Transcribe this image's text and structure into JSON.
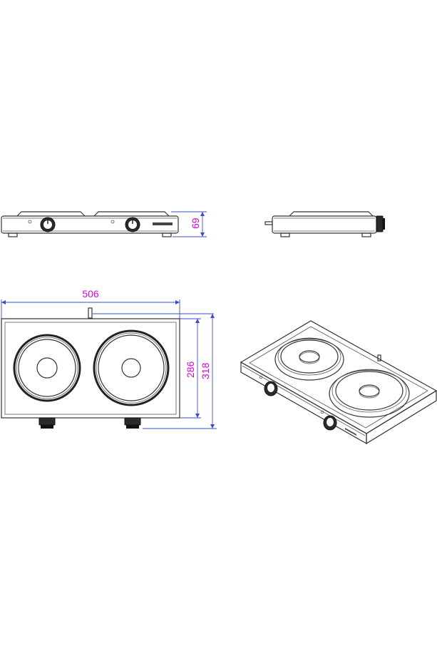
{
  "dimensions": {
    "height": "69",
    "width": "506",
    "depth_plate": "286",
    "depth_total": "318"
  },
  "colors": {
    "dimension_text": "#e100e1",
    "dimension_line": "#3b4bd6",
    "outline": "#333333"
  }
}
